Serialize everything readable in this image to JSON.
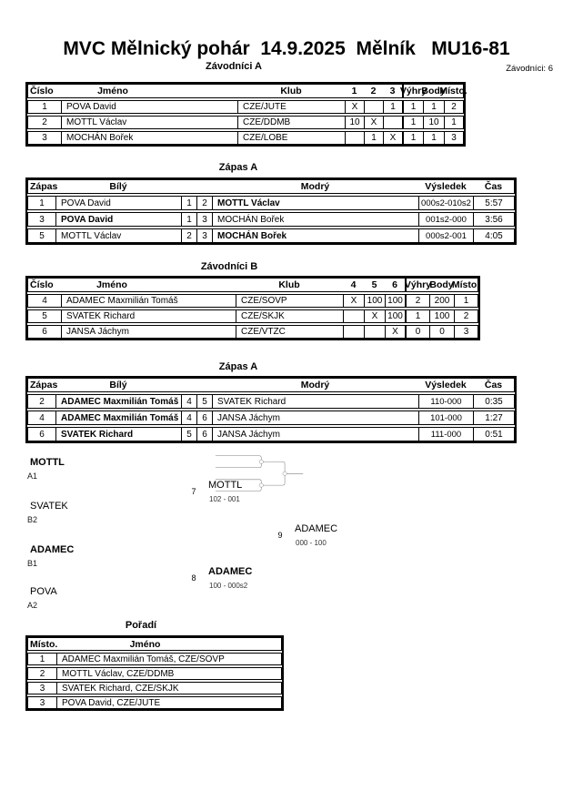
{
  "header": {
    "title": "MVC Mělnický pohár  14.9.2025  Mělník   MU16-81",
    "competitors_count_label": "Závodníci: 6"
  },
  "pool_a": {
    "title": "Závodníci A",
    "headers": {
      "cislo": "Číslo",
      "jmeno": "Jméno",
      "klub": "Klub",
      "c1": "1",
      "c2": "2",
      "c3": "3",
      "vyhry": "Výhry",
      "body": "Body",
      "misto": "Místo."
    },
    "rows": [
      {
        "cislo": "1",
        "jmeno": "POVA David",
        "klub": "CZE/JUTE",
        "c1": "X",
        "c2": "",
        "c3": "1",
        "vyhry": "1",
        "body": "1",
        "misto": "2"
      },
      {
        "cislo": "2",
        "jmeno": "MOTTL Václav",
        "klub": "CZE/DDMB",
        "c1": "10",
        "c2": "X",
        "c3": "",
        "vyhry": "1",
        "body": "10",
        "misto": "1"
      },
      {
        "cislo": "3",
        "jmeno": "MOCHÁN Bořek",
        "klub": "CZE/LOBE",
        "c1": "",
        "c2": "1",
        "c3": "X",
        "vyhry": "1",
        "body": "1",
        "misto": "3"
      }
    ]
  },
  "matches_a": {
    "title": "Zápas A",
    "headers": {
      "zapas": "Zápas",
      "bily": "Bílý",
      "modry": "Modrý",
      "vysledek": "Výsledek",
      "cas": "Čas"
    },
    "rows": [
      {
        "zapas": "1",
        "bily": "POVA David",
        "bily_bold": false,
        "n1": "1",
        "n2": "2",
        "modry": "MOTTL Václav",
        "modry_bold": true,
        "vysledek": "000s2-010s2",
        "cas": "5:57"
      },
      {
        "zapas": "3",
        "bily": "POVA David",
        "bily_bold": true,
        "n1": "1",
        "n2": "3",
        "modry": "MOCHÁN Bořek",
        "modry_bold": false,
        "vysledek": "001s2-000",
        "cas": "3:56"
      },
      {
        "zapas": "5",
        "bily": "MOTTL Václav",
        "bily_bold": false,
        "n1": "2",
        "n2": "3",
        "modry": "MOCHÁN Bořek",
        "modry_bold": true,
        "vysledek": "000s2-001",
        "cas": "4:05"
      }
    ]
  },
  "pool_b": {
    "title": "Závodníci B",
    "headers": {
      "cislo": "Číslo",
      "jmeno": "Jméno",
      "klub": "Klub",
      "c1": "4",
      "c2": "5",
      "c3": "6",
      "vyhry": "Výhry",
      "body": "Body",
      "misto": "Místo."
    },
    "rows": [
      {
        "cislo": "4",
        "jmeno": "ADAMEC Maxmilián Tomáš",
        "klub": "CZE/SOVP",
        "c1": "X",
        "c2": "100",
        "c3": "100",
        "vyhry": "2",
        "body": "200",
        "misto": "1"
      },
      {
        "cislo": "5",
        "jmeno": "SVATEK Richard",
        "klub": "CZE/SKJK",
        "c1": "",
        "c2": "X",
        "c3": "100",
        "vyhry": "1",
        "body": "100",
        "misto": "2"
      },
      {
        "cislo": "6",
        "jmeno": "JANSA Jáchym",
        "klub": "CZE/VTZC",
        "c1": "",
        "c2": "",
        "c3": "X",
        "vyhry": "0",
        "body": "0",
        "misto": "3"
      }
    ]
  },
  "matches_b": {
    "title": "Zápas A",
    "headers": {
      "zapas": "Zápas",
      "bily": "Bílý",
      "modry": "Modrý",
      "vysledek": "Výsledek",
      "cas": "Čas"
    },
    "rows": [
      {
        "zapas": "2",
        "bily": "ADAMEC Maxmilián Tomáš",
        "bily_bold": true,
        "n1": "4",
        "n2": "5",
        "modry": "SVATEK Richard",
        "modry_bold": false,
        "vysledek": "110-000",
        "cas": "0:35"
      },
      {
        "zapas": "4",
        "bily": "ADAMEC Maxmilián Tomáš",
        "bily_bold": true,
        "n1": "4",
        "n2": "6",
        "modry": "JANSA Jáchym",
        "modry_bold": false,
        "vysledek": "101-000",
        "cas": "1:27"
      },
      {
        "zapas": "6",
        "bily": "SVATEK Richard",
        "bily_bold": true,
        "n1": "5",
        "n2": "6",
        "modry": "JANSA Jáchym",
        "modry_bold": false,
        "vysledek": "111-000",
        "cas": "0:51"
      }
    ]
  },
  "bracket": {
    "entrants": [
      {
        "name": "MOTTL",
        "seed": "A1",
        "bold": true
      },
      {
        "name": "SVATEK",
        "seed": "B2",
        "bold": false
      },
      {
        "name": "ADAMEC",
        "seed": "B1",
        "bold": true
      },
      {
        "name": "POVA",
        "seed": "A2",
        "bold": false
      }
    ],
    "matches": [
      {
        "number": "7",
        "winner": "MOTTL",
        "score": "102 - 001",
        "bold": false
      },
      {
        "number": "8",
        "winner": "ADAMEC",
        "score": "100 - 000s2",
        "bold": true
      },
      {
        "number": "9",
        "winner": "ADAMEC",
        "score": "000 - 100",
        "bold": false
      }
    ],
    "line_color": "#808080"
  },
  "standings": {
    "title": "Pořadí",
    "headers": {
      "misto": "Místo.",
      "jmeno": "Jméno"
    },
    "rows": [
      {
        "misto": "1",
        "jmeno": "ADAMEC Maxmilián Tomáš, CZE/SOVP"
      },
      {
        "misto": "2",
        "jmeno": "MOTTL Václav, CZE/DDMB"
      },
      {
        "misto": "3",
        "jmeno": "SVATEK Richard, CZE/SKJK"
      },
      {
        "misto": "3",
        "jmeno": "POVA David, CZE/JUTE"
      }
    ]
  }
}
